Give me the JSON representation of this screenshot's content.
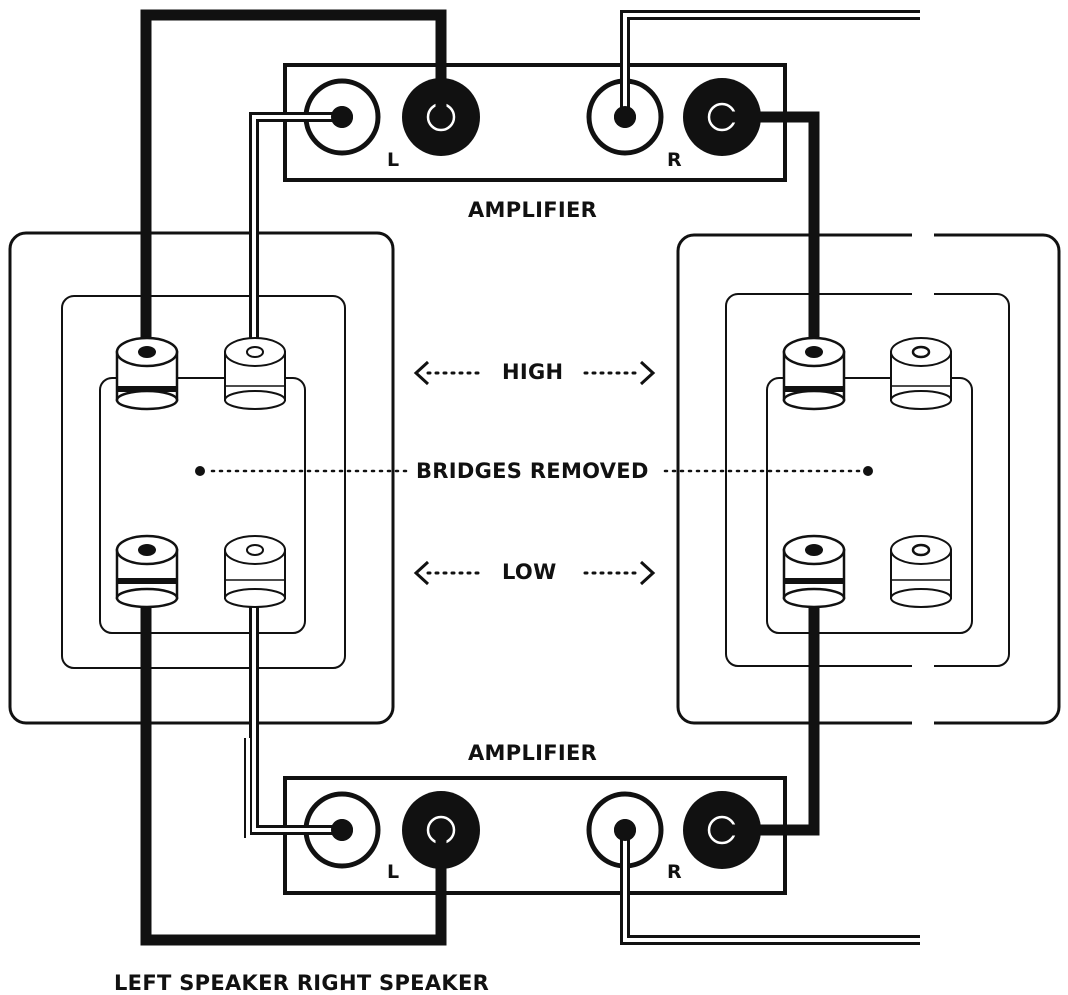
{
  "labels": {
    "amplifier_top": "AMPLIFIER",
    "amplifier_bottom": "AMPLIFIER",
    "channel_left_top": "L",
    "channel_right_top": "R",
    "channel_left_bottom": "L",
    "channel_right_bottom": "R",
    "high": "HIGH",
    "bridges_removed": "BRIDGES REMOVED",
    "low": "LOW",
    "speakers_caption": "LEFT SPEAKER RIGHT SPEAKER"
  },
  "colors": {
    "line": "#111111",
    "background": "#ffffff"
  }
}
